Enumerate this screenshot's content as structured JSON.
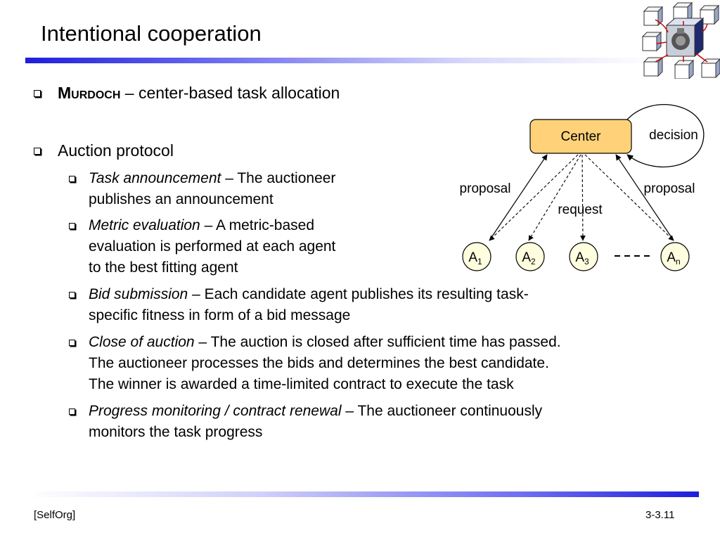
{
  "slide": {
    "title": "Intentional cooperation",
    "bullets": [
      {
        "head": "Murdoch",
        "text": " – center-based task allocation"
      },
      {
        "text": "Auction protocol"
      }
    ],
    "subbullets": [
      {
        "term": "Task announcement",
        "line1": " – The auctioneer",
        "line2": "publishes an announcement"
      },
      {
        "term": "Metric evaluation",
        "line1": " – A metric-based",
        "line2": "evaluation is performed at each agent",
        "line3": "to the best fitting agent"
      },
      {
        "term": "Bid submission",
        "line1": " – Each candidate agent publishes its resulting task-",
        "line2": "specific fitness in form of a bid message"
      },
      {
        "term": "Close of auction",
        "line1": " – The auction is closed after sufficient time has passed.",
        "line2": "The auctioneer processes the bids and determines the best candidate.",
        "line3": "The winner is awarded a time-limited contract to execute the task"
      },
      {
        "term": "Progress monitoring / contract renewal",
        "line1": " – The auctioneer continuously",
        "line2": "monitors the task progress"
      }
    ]
  },
  "diagram": {
    "center_label": "Center",
    "decision_label": "decision",
    "proposal_left": "proposal",
    "proposal_right": "proposal",
    "request_label": "request",
    "agents": [
      {
        "base": "A",
        "sub": "1"
      },
      {
        "base": "A",
        "sub": "2"
      },
      {
        "base": "A",
        "sub": "3"
      },
      {
        "base": "A",
        "sub": "n"
      }
    ],
    "center_fill": "#ffd27a",
    "agent_fill": "#ffffe0"
  },
  "footer": {
    "left": "[SelfOrg]",
    "right": "3-3.11"
  },
  "logo_icon": "cube-network-icon"
}
